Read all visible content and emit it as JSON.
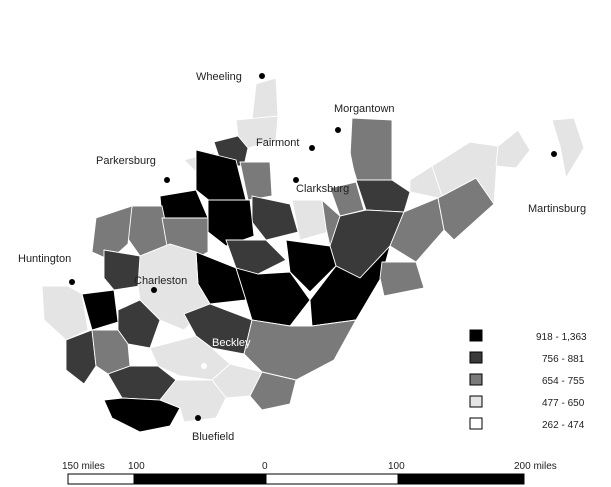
{
  "colors": {
    "class_1": "#000000",
    "class_2": "#3a3a3a",
    "class_3": "#7a7a7a",
    "class_4": "#e4e4e4",
    "class_5": "#ffffff"
  },
  "legend": {
    "items": [
      {
        "label": "918 - 1,363",
        "color": "#000000"
      },
      {
        "label": "756 - 881",
        "color": "#3a3a3a"
      },
      {
        "label": "654 - 755",
        "color": "#7a7a7a"
      },
      {
        "label": "477 - 650",
        "color": "#e4e4e4"
      },
      {
        "label": "262 - 474",
        "color": "#ffffff"
      }
    ]
  },
  "cities": [
    {
      "name": "Wheeling"
    },
    {
      "name": "Morgantown"
    },
    {
      "name": "Fairmont"
    },
    {
      "name": "Parkersburg"
    },
    {
      "name": "Clarksburg"
    },
    {
      "name": "Martinsburg"
    },
    {
      "name": "Huntington"
    },
    {
      "name": "Charleston"
    },
    {
      "name": "Beckley"
    },
    {
      "name": "Bluefield"
    }
  ],
  "scale_bar": {
    "labels": [
      "150 miles",
      "100",
      "0",
      "100",
      "200 miles"
    ]
  }
}
